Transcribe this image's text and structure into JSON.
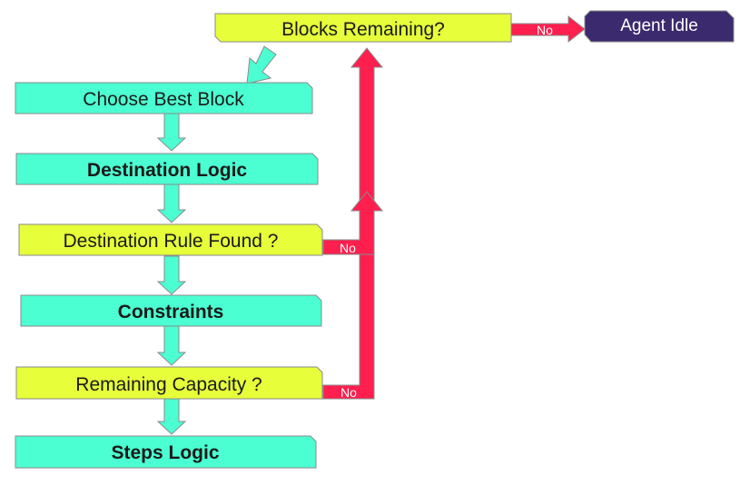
{
  "colors": {
    "process": "#4cffd2",
    "decision": "#e6ff3a",
    "no_arrow": "#ff1f4e",
    "flow_arrow": "#4cffd2",
    "idle": "#3b2a6e",
    "outline": "#8a8a8a"
  },
  "nodes": {
    "blocks_remaining": "Blocks Remaining?",
    "agent_idle": "Agent Idle",
    "choose_best_block": "Choose Best Block",
    "destination_logic": "Destination Logic",
    "destination_rule_found": "Destination Rule Found ?",
    "constraints": "Constraints",
    "remaining_capacity": "Remaining Capacity ?",
    "steps_logic": "Steps Logic"
  },
  "edges": {
    "no_label": "No"
  }
}
